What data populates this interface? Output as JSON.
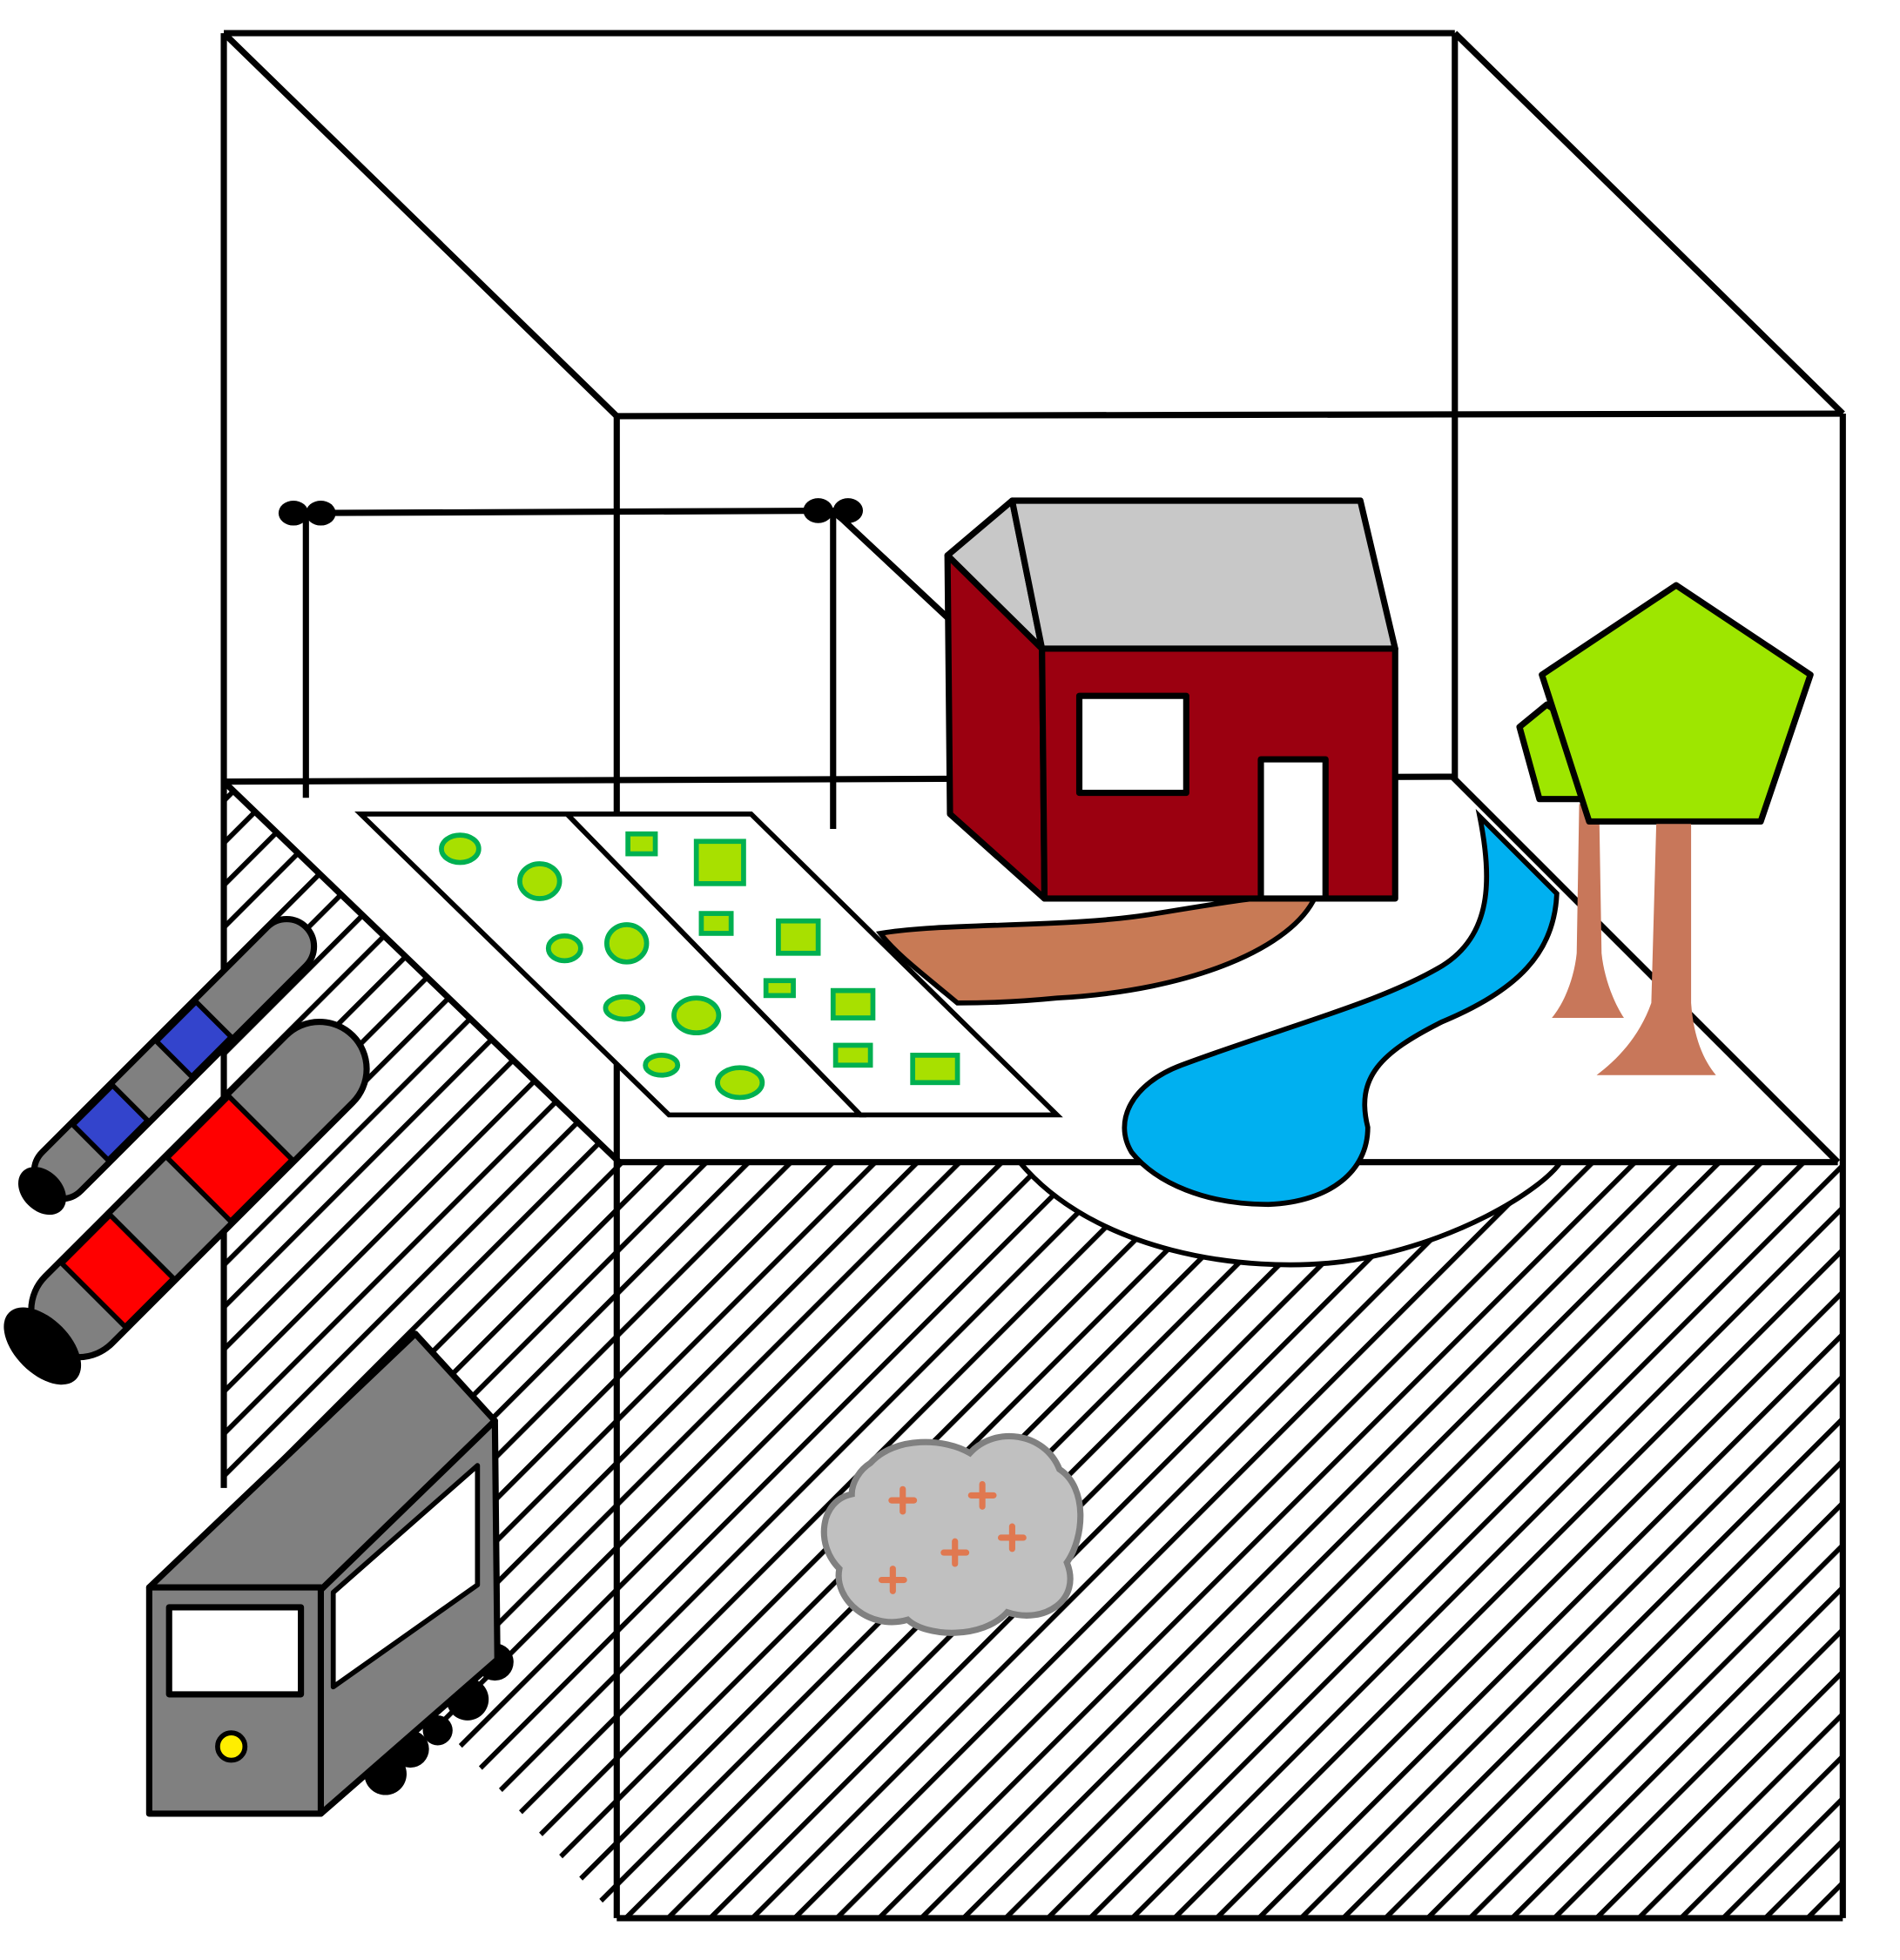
{
  "diagram": {
    "components": [
      {
        "name": "block-frame"
      },
      {
        "name": "hatched-subsurface"
      },
      {
        "name": "ground-surface"
      },
      {
        "name": "crop-field"
      },
      {
        "name": "house"
      },
      {
        "name": "trees"
      },
      {
        "name": "river"
      },
      {
        "name": "dirt-path"
      },
      {
        "name": "power-line"
      },
      {
        "name": "buried-contaminant-plume"
      },
      {
        "name": "borehole-probes"
      },
      {
        "name": "measurement-instrument"
      }
    ],
    "colors": {
      "outline": "#000000",
      "house_wall": "#9b0010",
      "roof": "#c8c8c8",
      "tree_canopy": "#9ee600",
      "trunk": "#c8775a",
      "path": "#c87a55",
      "river": "#00b0f0",
      "crop_fill": "#a8e000",
      "crop_edge": "#00b050",
      "instrument": "#808080",
      "probe_red": "#ff0000",
      "probe_blue": "#3344cc",
      "plume": "#c0c0c0",
      "plume_marks": "#e07850",
      "knob": "#ffee00"
    }
  }
}
